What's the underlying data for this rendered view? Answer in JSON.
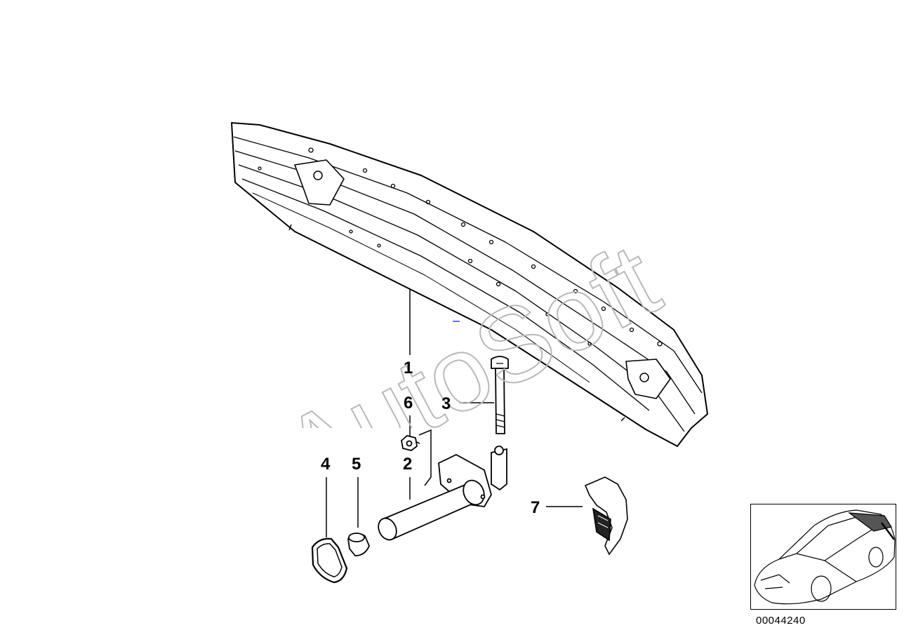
{
  "callouts": {
    "c1": "1",
    "c2": "2",
    "c3": "3",
    "c4": "4",
    "c5": "5",
    "c6": "6",
    "c7": "7"
  },
  "watermark": "AutoSoft",
  "diagram_code": "00044240"
}
